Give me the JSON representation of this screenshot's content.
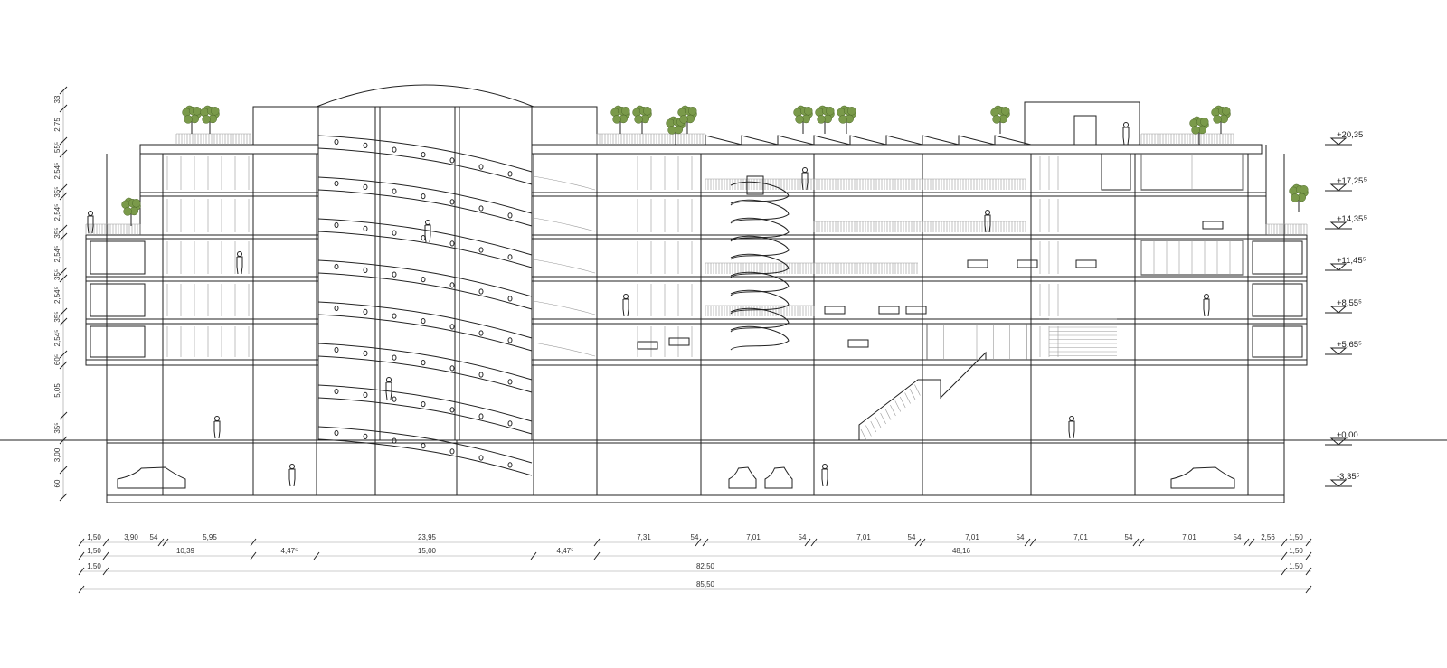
{
  "levels": [
    "+20,35",
    "+17,25⁵",
    "+14,35⁵",
    "+11,45⁵",
    "+8,55⁵",
    "+5,65⁵",
    "±0,00",
    "-3,35⁵"
  ],
  "vertical_dims": [
    "33",
    "2,75",
    "55⁵",
    "2,54⁵",
    "35⁵",
    "2,54⁵",
    "35⁵",
    "2,54⁵",
    "35⁵",
    "2,54⁵",
    "35⁵",
    "2,54⁵",
    "60⁵",
    "5,05",
    "35⁵",
    "3,00",
    "60"
  ],
  "dim_row1": [
    "1,50",
    "3,90",
    "54",
    "5,95",
    "23,95",
    "7,31",
    "54",
    "7,01",
    "54",
    "7,01",
    "54",
    "7,01",
    "54",
    "7,01",
    "54",
    "7,01",
    "54",
    "2,56",
    "1,50"
  ],
  "dim_row2": [
    "1,50",
    "10,39",
    "4,47⁵",
    "15,00",
    "4,47⁵",
    "48,16",
    "1,50"
  ],
  "dim_row3": [
    "1,50",
    "82,50",
    "1,50"
  ],
  "dim_row4": [
    "85,50"
  ]
}
